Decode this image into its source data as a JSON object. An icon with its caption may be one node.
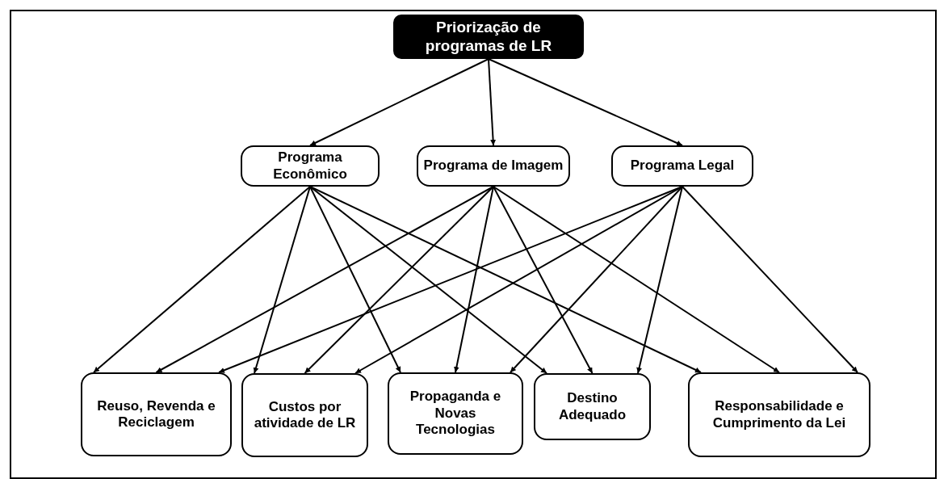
{
  "diagram": {
    "nodes": [
      {
        "text": [
          "Priorização de programas de LR"
        ]
      },
      {
        "text": [
          "Programa Econômico"
        ]
      },
      {
        "text": [
          "Programa de Imagem"
        ]
      },
      {
        "text": [
          "Programa Legal"
        ]
      },
      {
        "text": [
          "Reuso, Revenda e Reciclagem"
        ]
      },
      {
        "text": [
          "Custos por atividade de LR"
        ]
      },
      {
        "text": [
          "Propaganda e Novas Tecnologias"
        ]
      },
      {
        "text": [
          "Destino Adequado"
        ]
      },
      {
        "text": [
          "Responsabilidade e Cumprimento da Lei"
        ]
      }
    ],
    "edges": [
      {
        "from": 0,
        "to": 1,
        "arrow": "to"
      },
      {
        "from": 0,
        "to": 2,
        "arrow": "to"
      },
      {
        "from": 0,
        "to": 3,
        "arrow": "to"
      },
      {
        "from": 1,
        "to": 4,
        "arrow": "to"
      },
      {
        "from": 1,
        "to": 5,
        "arrow": "to"
      },
      {
        "from": 1,
        "to": 6,
        "arrow": "to"
      },
      {
        "from": 1,
        "to": 7,
        "arrow": "to"
      },
      {
        "from": 1,
        "to": 8,
        "arrow": "to"
      },
      {
        "from": 2,
        "to": 4,
        "arrow": "to"
      },
      {
        "from": 2,
        "to": 5,
        "arrow": "to"
      },
      {
        "from": 2,
        "to": 6,
        "arrow": "to"
      },
      {
        "from": 2,
        "to": 7,
        "arrow": "to"
      },
      {
        "from": 2,
        "to": 8,
        "arrow": "to"
      },
      {
        "from": 3,
        "to": 4,
        "arrow": "to"
      },
      {
        "from": 3,
        "to": 5,
        "arrow": "to"
      },
      {
        "from": 3,
        "to": 6,
        "arrow": "to"
      },
      {
        "from": 3,
        "to": 7,
        "arrow": "to"
      },
      {
        "from": 3,
        "to": 8,
        "arrow": "to"
      }
    ]
  }
}
